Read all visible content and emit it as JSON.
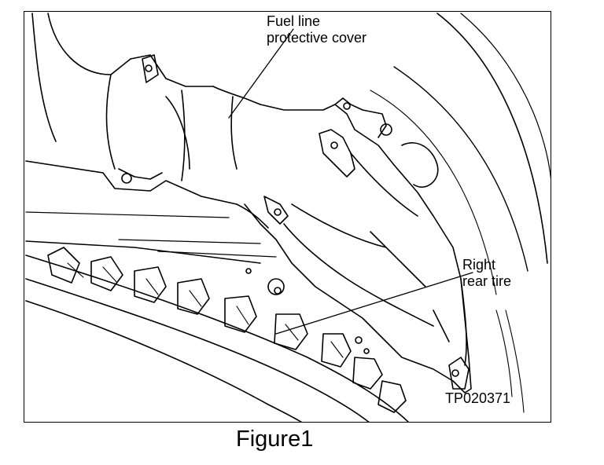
{
  "callouts": {
    "fuel_line_cover": {
      "line1": "Fuel line",
      "line2": "protective cover"
    },
    "right_rear_tire": {
      "line1": "Right",
      "line2": "rear tire"
    }
  },
  "figure_code": "TP020371",
  "caption": "Figure1",
  "colors": {
    "ink": "#000000",
    "background": "#ffffff"
  }
}
